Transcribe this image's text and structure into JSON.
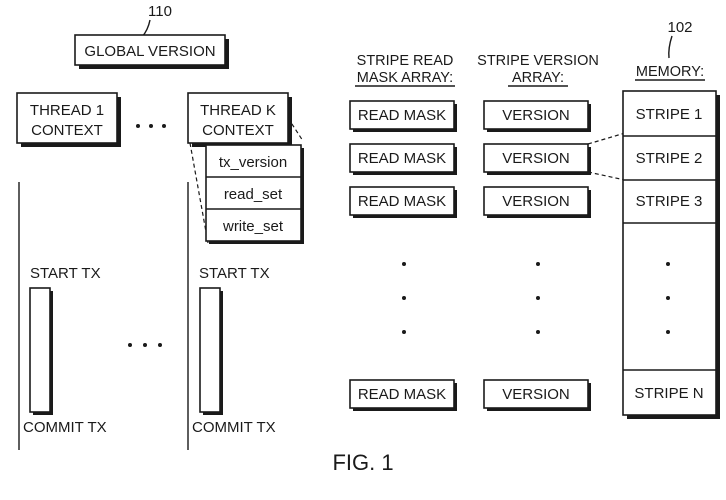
{
  "refs": {
    "global_version": "110",
    "memory": "102"
  },
  "global_version": {
    "label": "GLOBAL VERSION"
  },
  "threads": {
    "thread1": {
      "line1": "THREAD 1",
      "line2": "CONTEXT"
    },
    "threadk": {
      "line1": "THREAD K",
      "line2": "CONTEXT"
    },
    "context_fields": [
      "tx_version",
      "read_set",
      "write_set"
    ],
    "start_label": "START TX",
    "commit_label": "COMMIT TX"
  },
  "arrays": {
    "read_mask": {
      "header_line1": "STRIPE READ",
      "header_line2": "MASK ARRAY:",
      "cell": "READ MASK"
    },
    "version": {
      "header_line1": "STRIPE VERSION",
      "header_line2": "ARRAY:",
      "cell": "VERSION"
    },
    "memory": {
      "header": "MEMORY:",
      "stripes": [
        "STRIPE 1",
        "STRIPE 2",
        "STRIPE 3"
      ],
      "last_stripe": "STRIPE N"
    }
  },
  "caption": "FIG. 1"
}
